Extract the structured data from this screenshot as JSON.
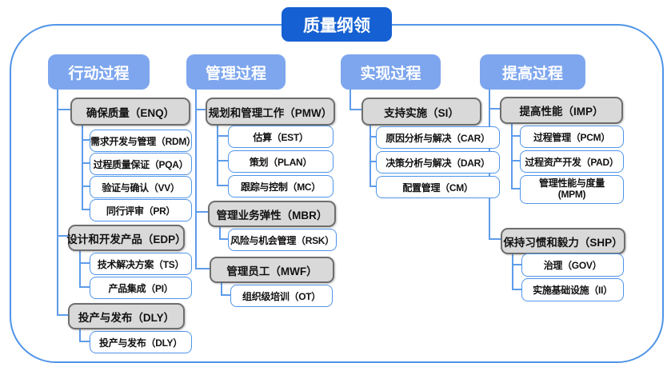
{
  "title": "质量纲领",
  "colors": {
    "title_bg": "#1560d2",
    "header_bg": "#7ea6ee",
    "group_fill": "#d9d9d9",
    "group_border": "#6e6e6e",
    "leaf_border": "#4f94e8",
    "connector": "#5d9cea",
    "frame_border": "#4f94e8",
    "title_text": "#ffffff",
    "header_text": "#ffffff",
    "box_text": "#111111"
  },
  "columns": [
    {
      "header": "行动过程",
      "groups": [
        {
          "title": "确保质量（ENQ）",
          "children": [
            "需求开发与管理（RDM）",
            "过程质量保证（PQA）",
            "验证与确认（VV）",
            "同行评审（PR）"
          ]
        },
        {
          "title": "设计和开发产品（EDP）",
          "children": [
            "技术解决方案（TS）",
            "产品集成（PI）"
          ]
        },
        {
          "title": "投产与发布（DLY）",
          "children": [
            "投产与发布（DLY）"
          ]
        }
      ]
    },
    {
      "header": "管理过程",
      "groups": [
        {
          "title": "规划和管理工作（PMW）",
          "children": [
            "估算（EST）",
            "策划（PLAN）",
            "跟踪与控制（MC）"
          ]
        },
        {
          "title": "管理业务弹性（MBR）",
          "children": [
            "风险与机会管理（RSK）"
          ]
        },
        {
          "title": "管理员工（MWF）",
          "children": [
            "组织级培训（OT）"
          ]
        }
      ]
    },
    {
      "header": "实现过程",
      "groups": [
        {
          "title": "支持实施（SI）",
          "children": [
            "原因分析与解决（CAR）",
            "决策分析与解决（DAR）",
            "配置管理（CM）"
          ]
        }
      ]
    },
    {
      "header": "提高过程",
      "groups": [
        {
          "title": "提高性能（IMP）",
          "children": [
            "过程管理（PCM）",
            "过程资产开发（PAD）",
            "管理性能与度量\n(MPM)"
          ]
        },
        {
          "title": "保持习惯和毅力（SHP）",
          "children": [
            "治理（GOV）",
            "实施基础设施（II）"
          ]
        }
      ]
    }
  ]
}
